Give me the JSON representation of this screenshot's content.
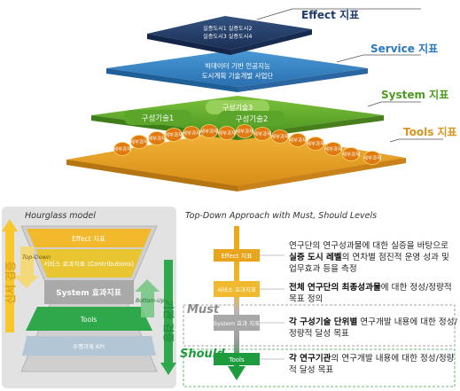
{
  "top": {
    "layers": [
      {
        "callout": "Effect 지표",
        "color": "#1f3a6b",
        "lines": [
          "실증도시1  실증도시2",
          "실증도시3  실증도시4"
        ]
      },
      {
        "callout": "Service 지표",
        "color": "#2979bf",
        "lines": [
          "빅데이터 기반 인공지능",
          "도시계획 기술개발 사업단"
        ]
      },
      {
        "callout": "System 지표",
        "color": "#4e9a22",
        "labels": [
          "구성기술3",
          "구성기술1",
          "구성기술2"
        ]
      },
      {
        "callout": "Tools 지표",
        "color": "#d9951f",
        "chips": [
          "세부과제",
          "세부과제",
          "세부과제",
          "세부과제",
          "세부과제",
          "세부과제",
          "세부과제",
          "세부과제",
          "세부과제",
          "세부과제",
          "세부과제",
          "세부과제",
          "세부과제",
          "세부과제",
          "세부과제"
        ]
      }
    ]
  },
  "hourglass": {
    "title": "Hourglass model",
    "left_label": "신서 검증",
    "right_label": "기관 검증",
    "top_down": "Top-Down",
    "bottom_up": "Bottom-Up",
    "bands": [
      "Effect 지표",
      "서비스 효과지표 (Contributions)",
      "System 효과지표",
      "Tools",
      "수행과제 KPI"
    ]
  },
  "topdown": {
    "title": "Top-Down Approach with Must, Should Levels",
    "must": "Must",
    "should": "Should",
    "boxes": [
      "Effect 지표",
      "서비스 효과지표",
      "System 효과 지표",
      "Tools"
    ],
    "descriptions": [
      {
        "pre": "연구단의 연구성과물에 대한 실증을 바탕으로 ",
        "bold": "실증 도시 레벨",
        "post": "의 연차별 점진적 운영 성과 및 업무효과 등을 측정"
      },
      {
        "pre": "",
        "bold": "전체 연구단의 최종성과물",
        "post": "에 대한 정성/정량적 목표 정의"
      },
      {
        "pre": "",
        "bold": "각 구성기술 단위별",
        "post": " 연구개발 내용에 대한 정성/정량적 달성 목표"
      },
      {
        "pre": "",
        "bold": "각 연구기관",
        "post": "의 연구개발 내용에 대한 정성/정량적 달성 목표"
      }
    ]
  }
}
